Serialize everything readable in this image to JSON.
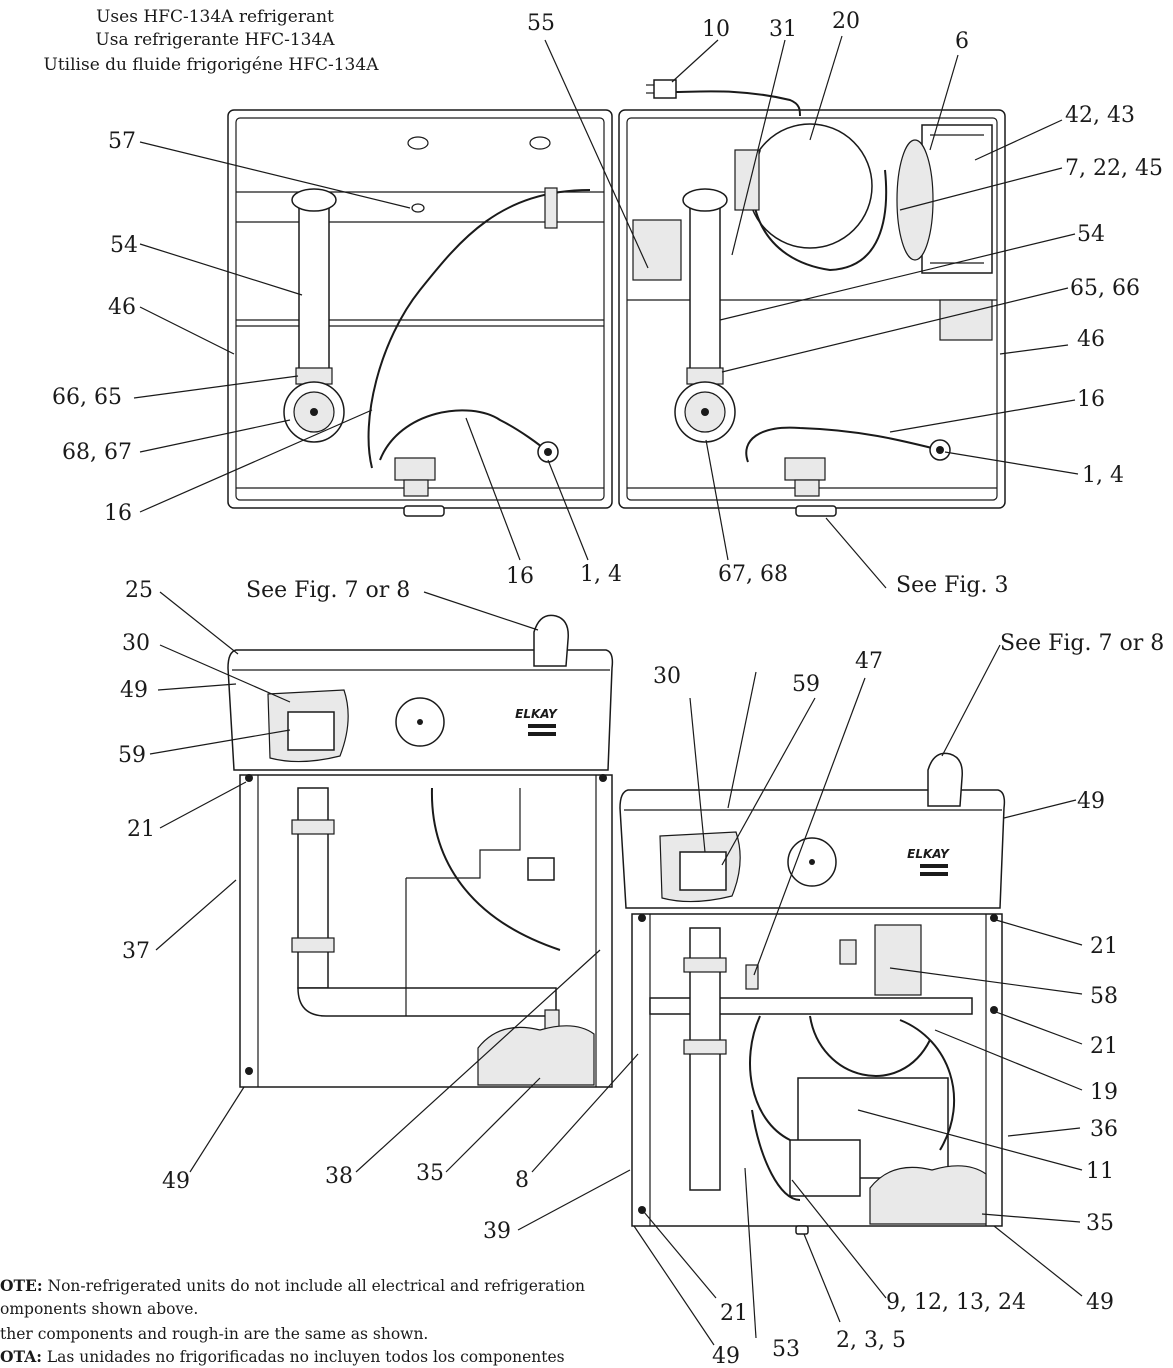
{
  "header": {
    "line1": "Uses HFC-134A refrigerant",
    "line2": "Usa refrigerante HFC-134A",
    "line3": "Utilise du fluide frigorigéne HFC-134A"
  },
  "callouts": {
    "top_55": "55",
    "top_10": "10",
    "top_31": "31",
    "top_20": "20",
    "top_6": "6",
    "top_42_43": "42, 43",
    "top_7_22_45": "7, 22, 45",
    "top_54_right": "54",
    "top_65_66": "65, 66",
    "top_46_right": "46",
    "top_16_right": "16",
    "top_1_4_right": "1, 4",
    "top_57": "57",
    "top_54_left": "54",
    "top_46_left": "46",
    "top_66_65": "66, 65",
    "top_68_67": "68, 67",
    "top_16_left": "16",
    "top_16_bottom": "16",
    "top_1_4_bottom": "1, 4",
    "top_67_68": "67, 68",
    "see_fig_3": "See Fig. 3",
    "bl_25": "25",
    "bl_see_fig": "See Fig. 7 or 8",
    "bl_30": "30",
    "bl_49_top": "49",
    "bl_59": "59",
    "bl_21": "21",
    "bl_37": "37",
    "bl_49_bottom": "49",
    "bl_38": "38",
    "bl_35": "35",
    "bl_8": "8",
    "br_see_fig": "See Fig. 7 or 8",
    "br_30": "30",
    "br_59": "59",
    "br_47": "47",
    "br_49_top": "49",
    "br_21_a": "21",
    "br_58": "58",
    "br_21_b": "21",
    "br_19": "19",
    "br_36": "36",
    "br_11": "11",
    "br_35": "35",
    "br_39": "39",
    "br_21_c": "21",
    "br_49_c": "49",
    "br_53": "53",
    "br_2_3_5": "2, 3, 5",
    "br_9_12_13_24": "9, 12, 13, 24",
    "br_49_d": "49"
  },
  "logo_text": "ELKAY",
  "notes": {
    "note_label": "OTE:",
    "note_text": " Non-refrigerated units do not include all electrical and refrigeration",
    "note_line2": "omponents shown above.",
    "note_line3": "ther components and rough-in are the same as shown.",
    "nota_label": "OTA:",
    "nota_text": " Las unidades no frigorificadas no incluyen todos los componentes"
  }
}
